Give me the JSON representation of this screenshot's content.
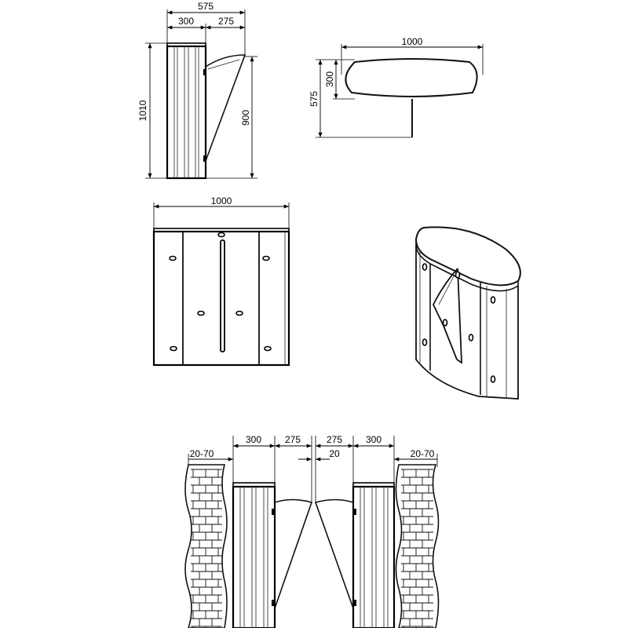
{
  "views": {
    "side": {
      "top_total": "575",
      "top_left": "300",
      "top_right": "275",
      "height_total": "1010",
      "height_wing": "900"
    },
    "top": {
      "length": "1000",
      "depth_top": "300",
      "depth_total": "575"
    },
    "front": {
      "width": "1000"
    },
    "installation": {
      "wall_gap_left": "20-70",
      "body_left": "300",
      "wing_left": "275",
      "wing_right": "275",
      "wing_gap": "20",
      "body_right": "300",
      "wall_gap_right": "20-70"
    }
  }
}
